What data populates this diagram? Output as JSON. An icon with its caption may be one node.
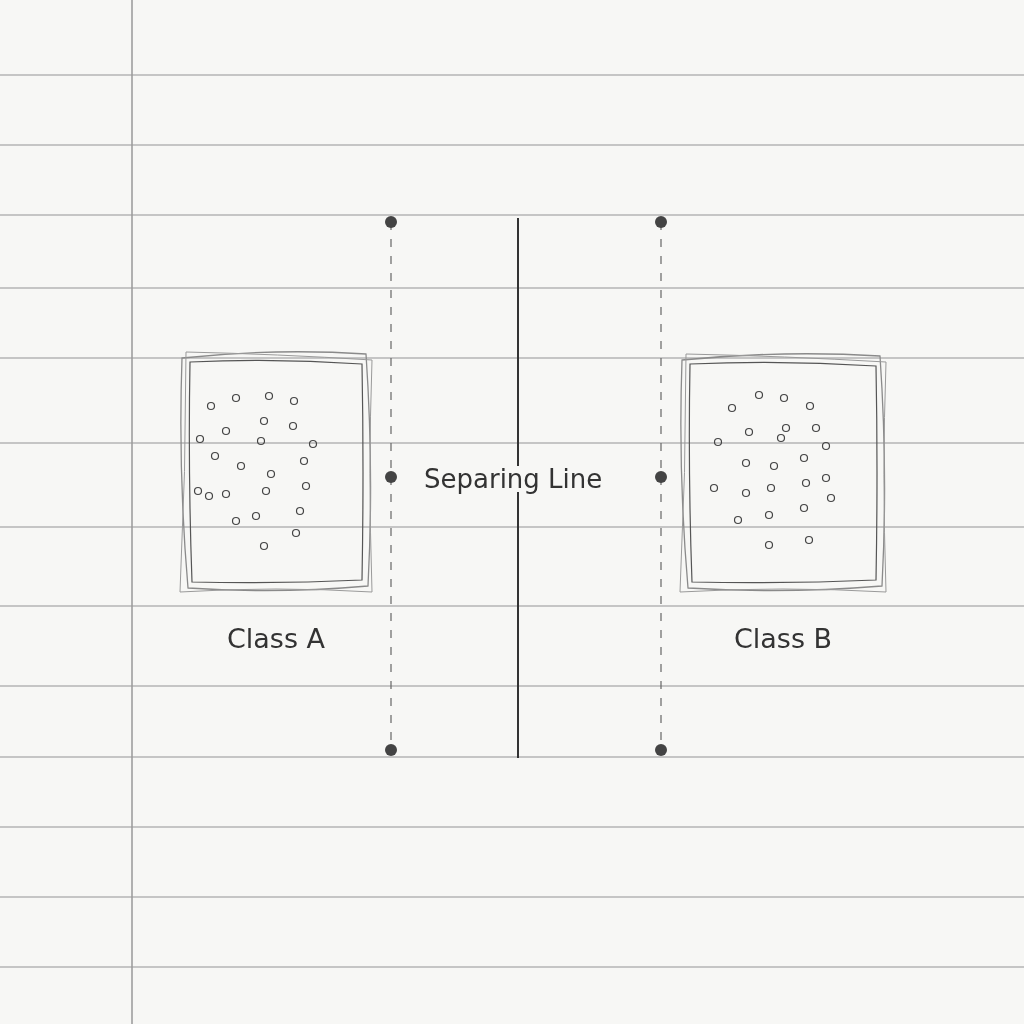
{
  "diagram": {
    "nodes": [
      {
        "text": [
          "Class A"
        ]
      },
      {
        "text": [
          "Class B"
        ]
      }
    ],
    "labels": [
      "Separing Line"
    ]
  }
}
